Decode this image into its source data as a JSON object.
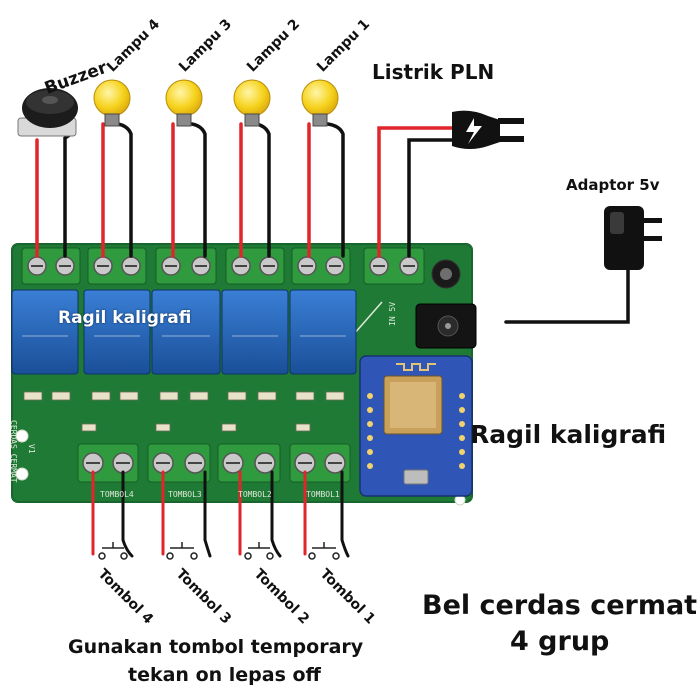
{
  "title": {
    "line1": "Bel cerdas cermat",
    "line2": "4 grup"
  },
  "note": {
    "line1": "Gunakan tombol temporary",
    "line2": "tekan on lepas off"
  },
  "brand": "Ragil kaligrafi",
  "outputs": {
    "buzzer": "Buzzer",
    "lamp4": "Lampu 4",
    "lamp3": "Lampu 3",
    "lamp2": "Lampu 2",
    "lamp1": "Lampu 1"
  },
  "power": {
    "mains": "Listrik PLN",
    "adaptor": "Adaptor 5v"
  },
  "buttons": {
    "b4": "Tombol 4",
    "b3": "Tombol 3",
    "b2": "Tombol 2",
    "b1": "Tombol 1"
  },
  "board_silkscreen": {
    "name": "CERDAS CERMAT",
    "version": "V1",
    "power_in": "IN 5V",
    "t4": "TOMBOL4",
    "t3": "TOMBOL3",
    "t2": "TOMBOL2",
    "t1": "TOMBOL1"
  },
  "colors": {
    "pcb": "#1f7a35",
    "relay": "#1f5fb5",
    "wire_red": "#e0262b",
    "wire_black": "#111111",
    "lamp": "#f6d21c",
    "terminal": "#2f9a3e"
  }
}
